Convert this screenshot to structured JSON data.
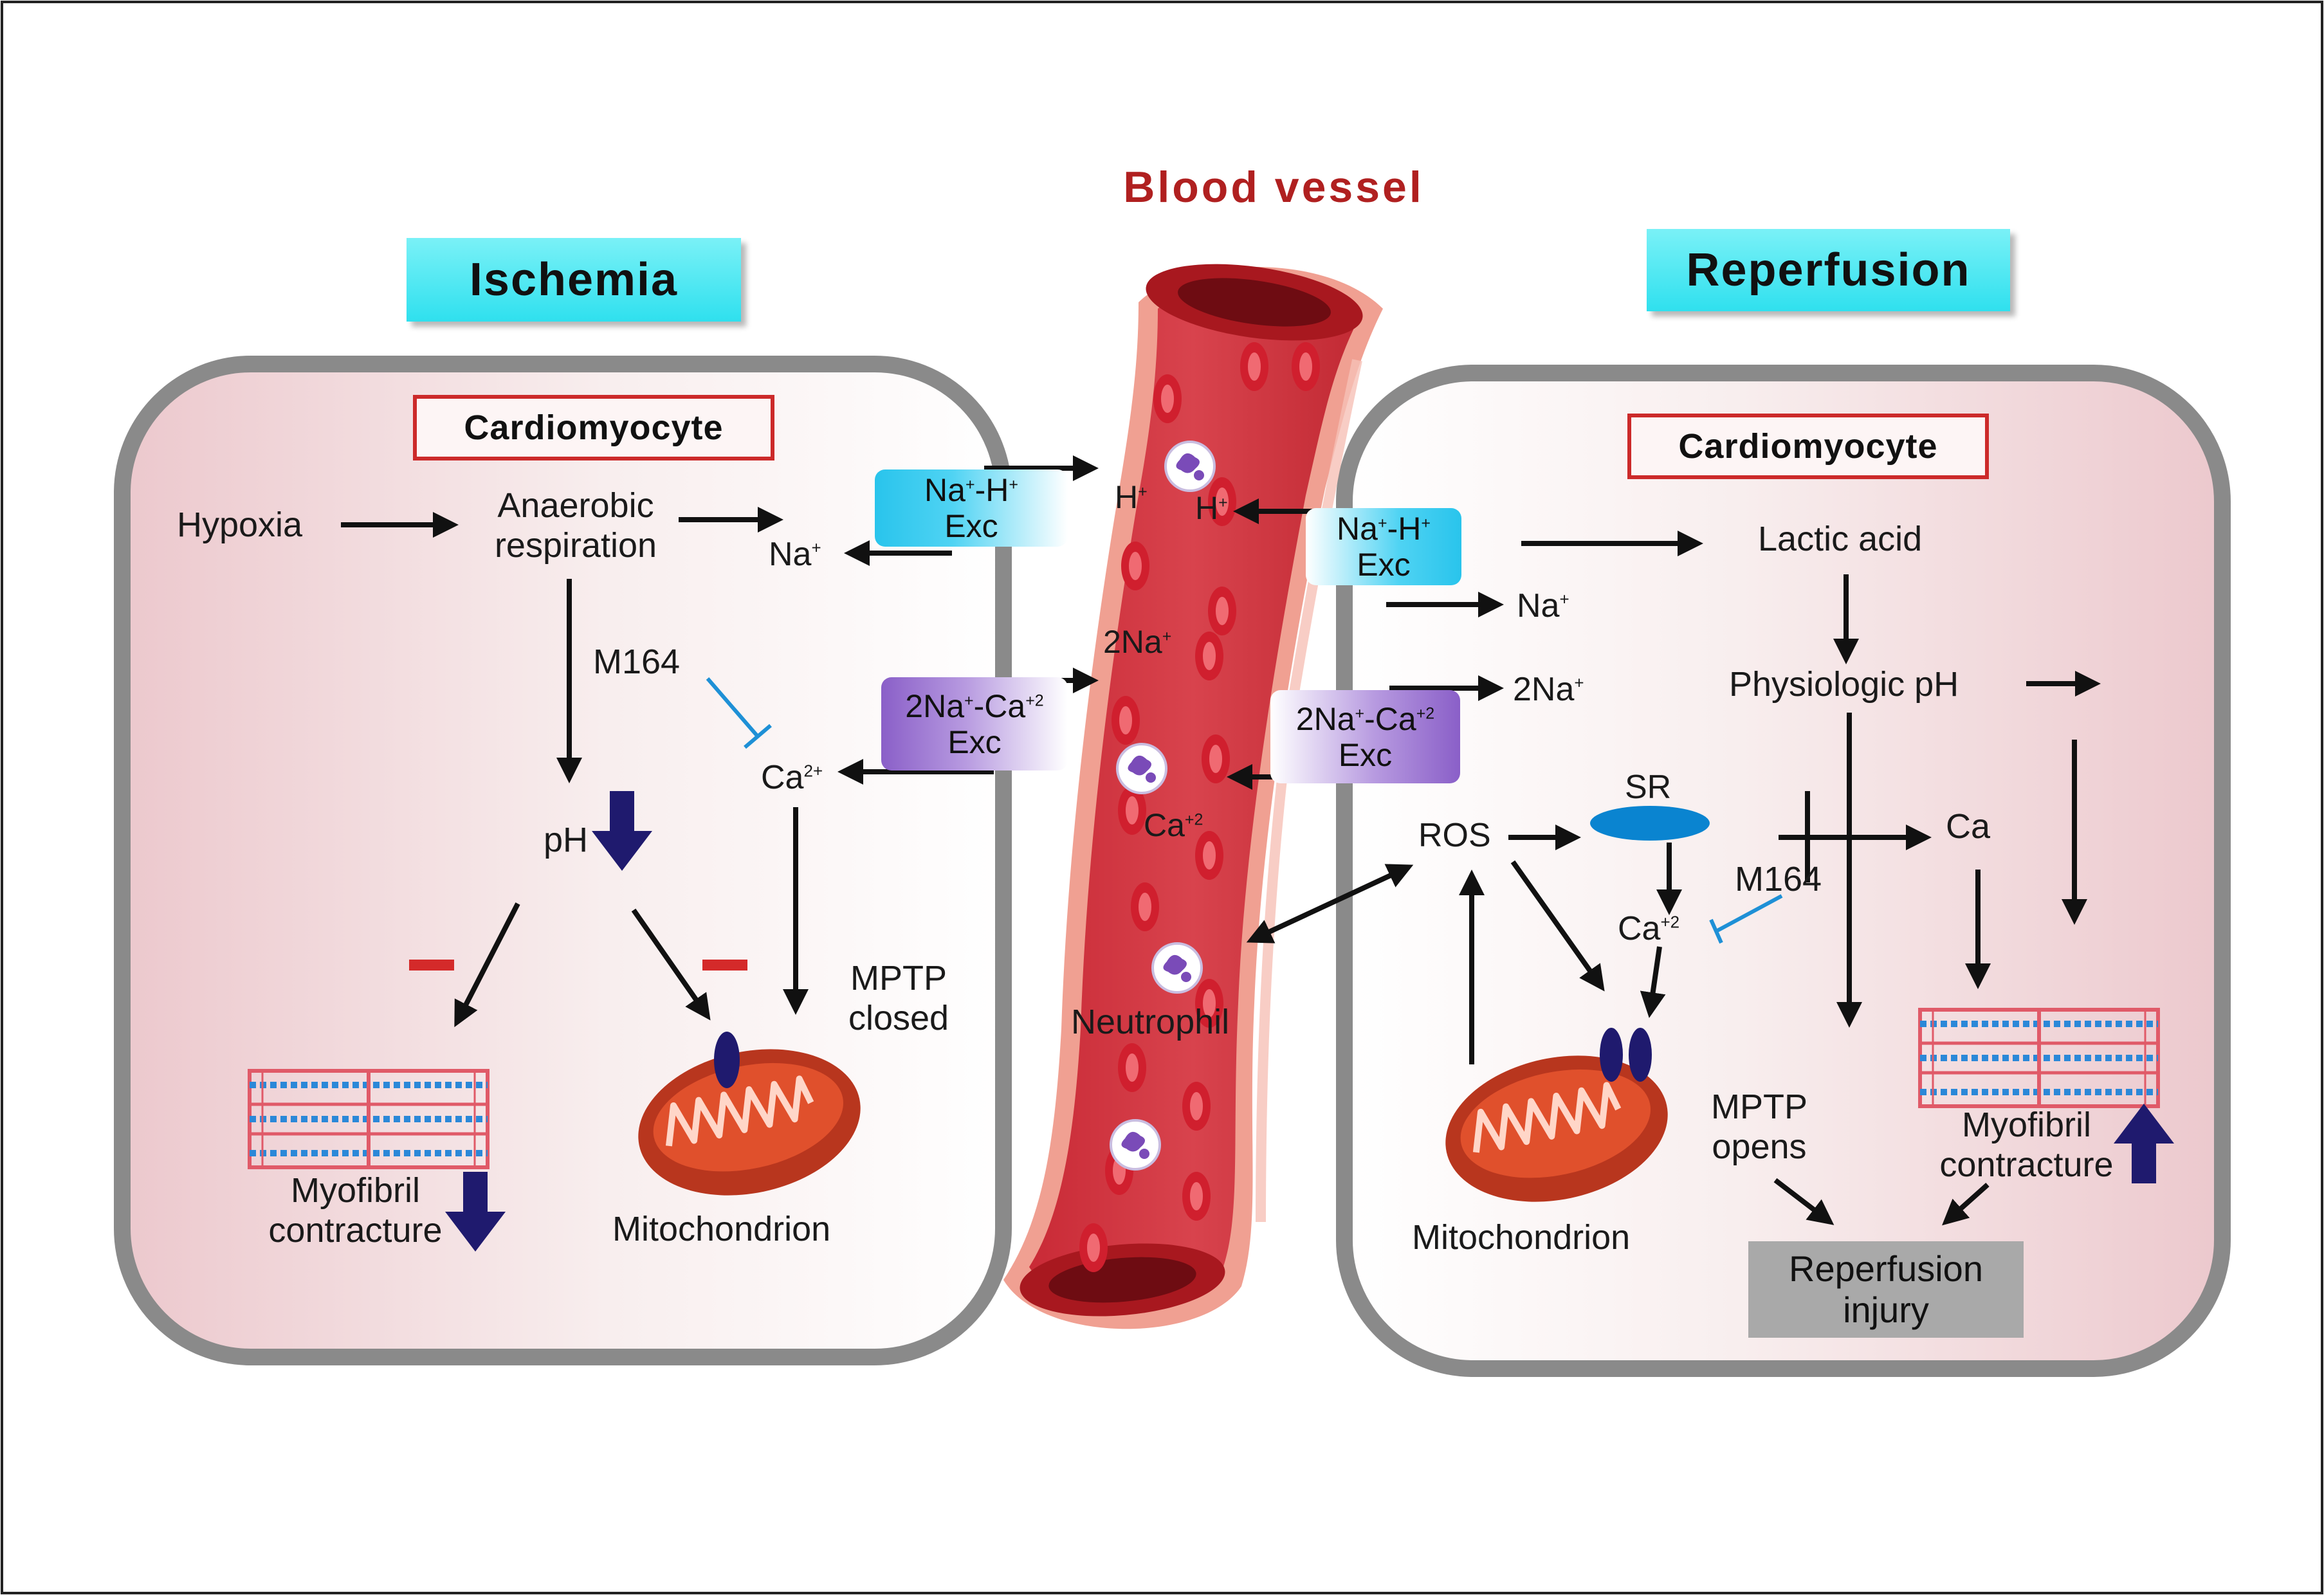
{
  "title": "Blood vessel",
  "left_panel": {
    "label": "Ischemia",
    "cell_label": "Cardiomyocyte",
    "hypoxia": "Hypoxia",
    "anaerobic_1": "Anaerobic",
    "anaerobic_2": "respiration",
    "na": "Na",
    "na_sup": "+",
    "m164": "M164",
    "ca": "Ca",
    "ca_sup": "2+",
    "ph": "pH",
    "mptp_1": "MPTP",
    "mptp_2": "closed",
    "myofibril_1": "Myofibril",
    "myofibril_2": "contracture",
    "mitochondrion": "Mitochondrion",
    "exc_nah": {
      "na": "Na",
      "na_sup": "+",
      "dash": "-H",
      "h_sup": "+",
      "exc": "Exc"
    },
    "exc_naca": {
      "pre": "2Na",
      "na_sup": "+",
      "dash": "-Ca",
      "ca_sup": "+2",
      "exc": "Exc"
    }
  },
  "vessel": {
    "h_left": "H",
    "h_left_sup": "+",
    "h_right": "H",
    "h_right_sup": "+",
    "na2": "2Na",
    "na2_sup": "+",
    "ca": "Ca",
    "ca_sup": "+2",
    "neutrophil": "Neutrophil"
  },
  "right_panel": {
    "label": "Reperfusion",
    "cell_label": "Cardiomyocyte",
    "lactic": "Lactic acid",
    "na": "Na",
    "na_sup": "+",
    "na2": "2Na",
    "na2_sup": "+",
    "physiologic": "Physiologic pH",
    "sr": "SR",
    "ros": "ROS",
    "ca_top": "Ca",
    "m164": "M164",
    "ca": "Ca",
    "ca_sup": "+2",
    "mptp_1": "MPTP",
    "mptp_2": "opens",
    "myofibril_1": "Myofibril",
    "myofibril_2": "contracture",
    "mitochondrion": "Mitochondrion",
    "injury_1": "Reperfusion",
    "injury_2": "injury",
    "exc_nah": {
      "na": "Na",
      "na_sup": "+",
      "dash": "-H",
      "h_sup": "+",
      "exc": "Exc"
    },
    "exc_naca": {
      "pre": "2Na",
      "na_sup": "+",
      "dash": "-Ca",
      "ca_sup": "+2",
      "exc": "Exc"
    }
  },
  "colors": {
    "title_red": "#b02020",
    "label_cyan": "#2fe0ee",
    "cell_fill": "#f2d4d8",
    "cell_border": "#8a8a8a",
    "arrow_black": "#111111",
    "inhibit_blue": "#1e90d6",
    "down_arrow_navy": "#1f1a6e",
    "minus_red": "#d42a2a",
    "vessel_red": "#c8323c"
  }
}
